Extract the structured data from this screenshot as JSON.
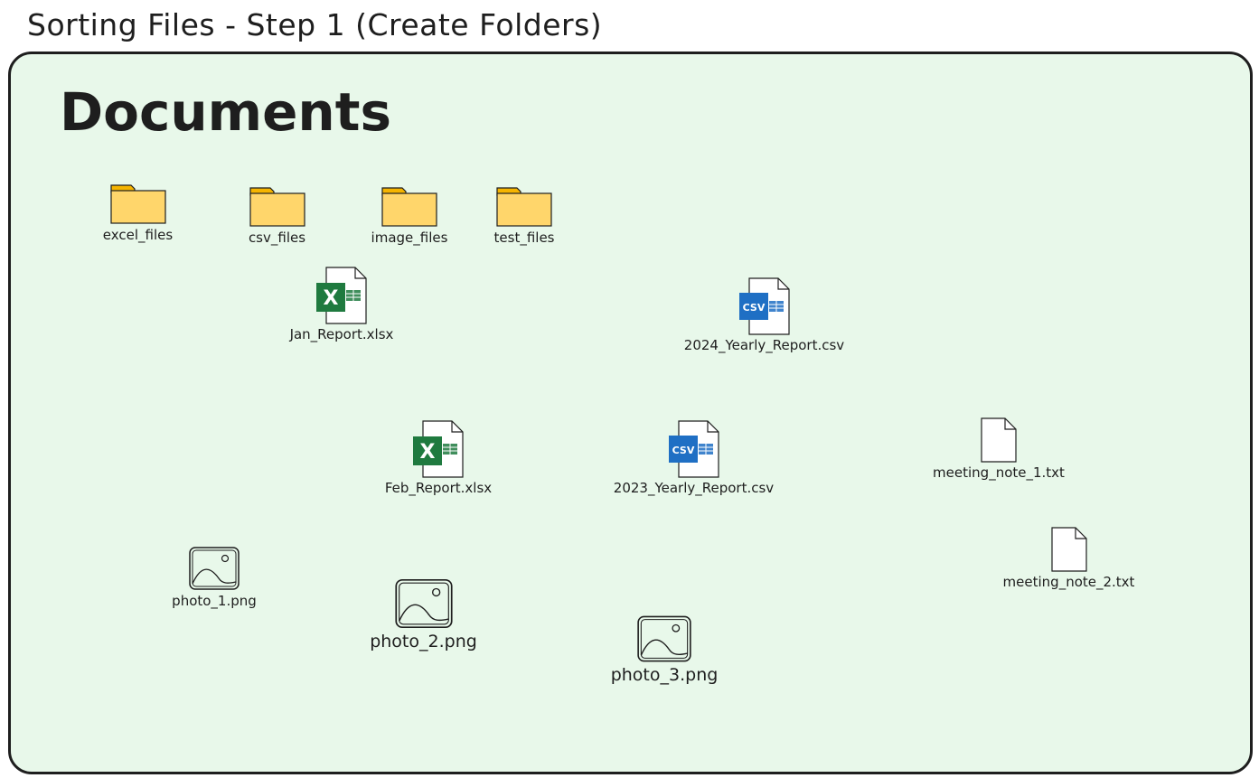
{
  "diagram": {
    "heading": "Sorting Files - Step 1 (Create Folders)",
    "panel_title": "Documents"
  },
  "folders": [
    {
      "name": "excel_files",
      "icon": "folder-icon"
    },
    {
      "name": "csv_files",
      "icon": "folder-icon"
    },
    {
      "name": "image_files",
      "icon": "folder-icon"
    },
    {
      "name": "test_files",
      "icon": "folder-icon"
    }
  ],
  "files": [
    {
      "name": "Jan_Report.xlsx",
      "icon": "excel-file-icon",
      "badge": "X"
    },
    {
      "name": "2024_Yearly_Report.csv",
      "icon": "csv-file-icon",
      "badge": "CSV"
    },
    {
      "name": "Feb_Report.xlsx",
      "icon": "excel-file-icon",
      "badge": "X"
    },
    {
      "name": "2023_Yearly_Report.csv",
      "icon": "csv-file-icon",
      "badge": "CSV"
    },
    {
      "name": "meeting_note_1.txt",
      "icon": "text-file-icon"
    },
    {
      "name": "meeting_note_2.txt",
      "icon": "text-file-icon"
    },
    {
      "name": "photo_1.png",
      "icon": "image-file-icon"
    },
    {
      "name": "photo_2.png",
      "icon": "image-file-icon"
    },
    {
      "name": "photo_3.png",
      "icon": "image-file-icon"
    }
  ],
  "colors": {
    "panel_background": "#e8f8ea",
    "folder_fill": "#ffd66b",
    "folder_tab": "#f5b400",
    "excel_green": "#1f7a3f",
    "csv_blue": "#1f6fc4",
    "stroke": "#1e1e1e"
  }
}
